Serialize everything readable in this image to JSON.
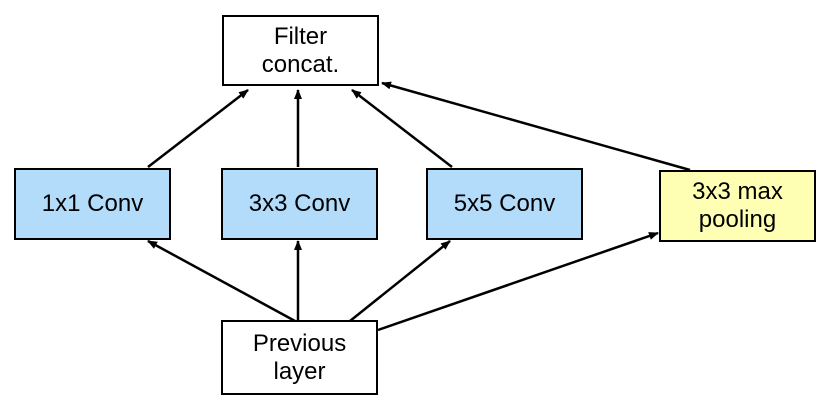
{
  "diagram": {
    "nodes": {
      "filter_concat": {
        "label": "Filter\nconcat.",
        "fill": "#ffffff"
      },
      "conv_1x1": {
        "label": "1x1 Conv",
        "fill": "#b3dcfb"
      },
      "conv_3x3": {
        "label": "3x3 Conv",
        "fill": "#b3dcfb"
      },
      "conv_5x5": {
        "label": "5x5 Conv",
        "fill": "#b3dcfb"
      },
      "max_pool": {
        "label": "3x3 max\npooling",
        "fill": "#ffffb3"
      },
      "previous_layer": {
        "label": "Previous\nlayer",
        "fill": "#ffffff"
      }
    },
    "edges": [
      {
        "from": "previous_layer",
        "to": "conv_1x1"
      },
      {
        "from": "previous_layer",
        "to": "conv_3x3"
      },
      {
        "from": "previous_layer",
        "to": "conv_5x5"
      },
      {
        "from": "previous_layer",
        "to": "max_pool"
      },
      {
        "from": "conv_1x1",
        "to": "filter_concat"
      },
      {
        "from": "conv_3x3",
        "to": "filter_concat"
      },
      {
        "from": "conv_5x5",
        "to": "filter_concat"
      },
      {
        "from": "max_pool",
        "to": "filter_concat"
      }
    ],
    "colors": {
      "conv_fill": "#b3dcfb",
      "pool_fill": "#ffffb3",
      "stroke": "#000000"
    }
  }
}
